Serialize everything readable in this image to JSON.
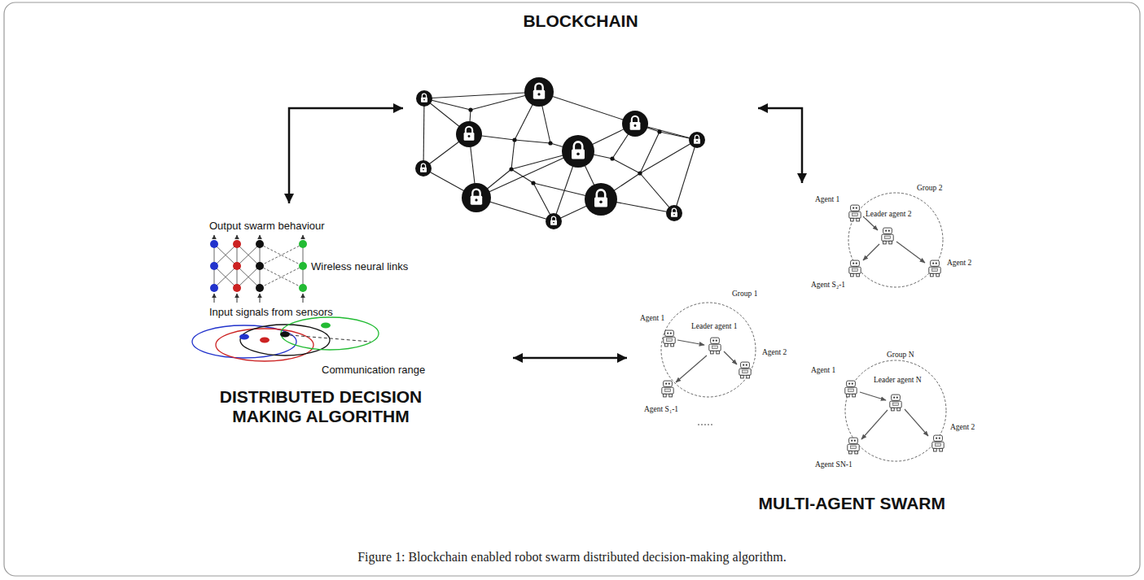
{
  "diagram": {
    "caption": "Figure 1: Blockchain enabled robot swarm distributed decision-making algorithm.",
    "nodes": [
      {
        "text": [
          "BLOCKCHAIN"
        ]
      },
      {
        "text": [
          "DISTRIBUTED DECISION MAKING ALGORITHM"
        ]
      },
      {
        "text": [
          "MULTI-AGENT SWARM"
        ]
      }
    ],
    "edges": [
      {
        "from": 0,
        "to": 1,
        "arrow": "both"
      },
      {
        "from": 0,
        "to": 2,
        "arrow": "both"
      },
      {
        "from": 1,
        "to": 2,
        "arrow": "both"
      }
    ],
    "labels": [
      "Output swarm behaviour",
      "Wireless neural links",
      "Input signals from sensors",
      "Communication range",
      "Group 1",
      "Agent 1",
      "Leader agent 1",
      "Agent 2",
      "Agent S₁-1",
      "Group 2",
      "Agent 1",
      "Leader agent 2",
      "Agent 2",
      "Agent S₂-1",
      "Group N",
      "Agent 1",
      "Leader agent N",
      "Agent 2",
      "Agent SN-1"
    ]
  }
}
